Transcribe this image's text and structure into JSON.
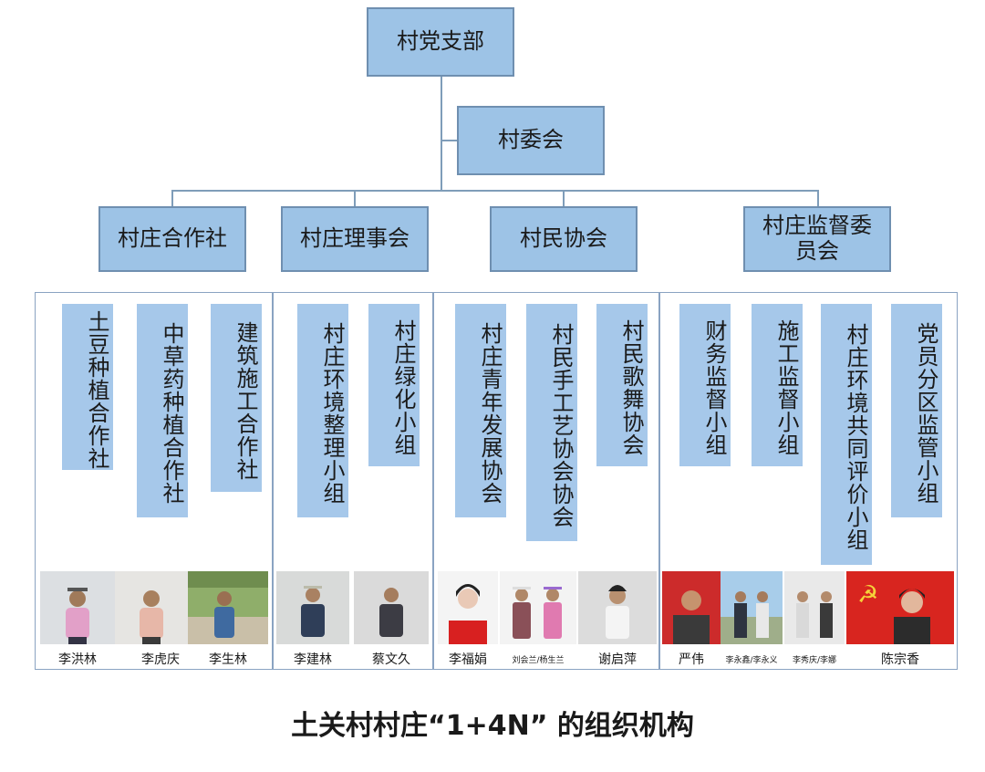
{
  "top": {
    "party": "村党支部",
    "committee": "村委会"
  },
  "orgs": [
    {
      "name": "村庄合作社",
      "groups": [
        "土豆种植合作社",
        "中草药种植合作社",
        "建筑施工合作社"
      ],
      "people": [
        "李洪林",
        "李虎庆",
        "李生林"
      ]
    },
    {
      "name": "村庄理事会",
      "groups": [
        "村庄环境整理小组",
        "村庄绿化小组"
      ],
      "people": [
        "李建林",
        "蔡文久"
      ]
    },
    {
      "name": "村民协会",
      "groups": [
        "村庄青年发展协会",
        "村民手工艺协会协会",
        "村民歌舞协会"
      ],
      "people": [
        "李福娟",
        "刘会兰/杨生兰",
        "谢启萍"
      ]
    },
    {
      "name": "村庄监督委员会",
      "groups": [
        "财务监督小组",
        "施工监督小组",
        "村庄环境共同评价小组",
        "党员分区监管小组"
      ],
      "people": [
        "严伟",
        "李永鑫/李永义",
        "李秀庆/李娜",
        "陈宗香"
      ]
    }
  ],
  "caption": "土关村村庄“1+4N” 的组织机构"
}
